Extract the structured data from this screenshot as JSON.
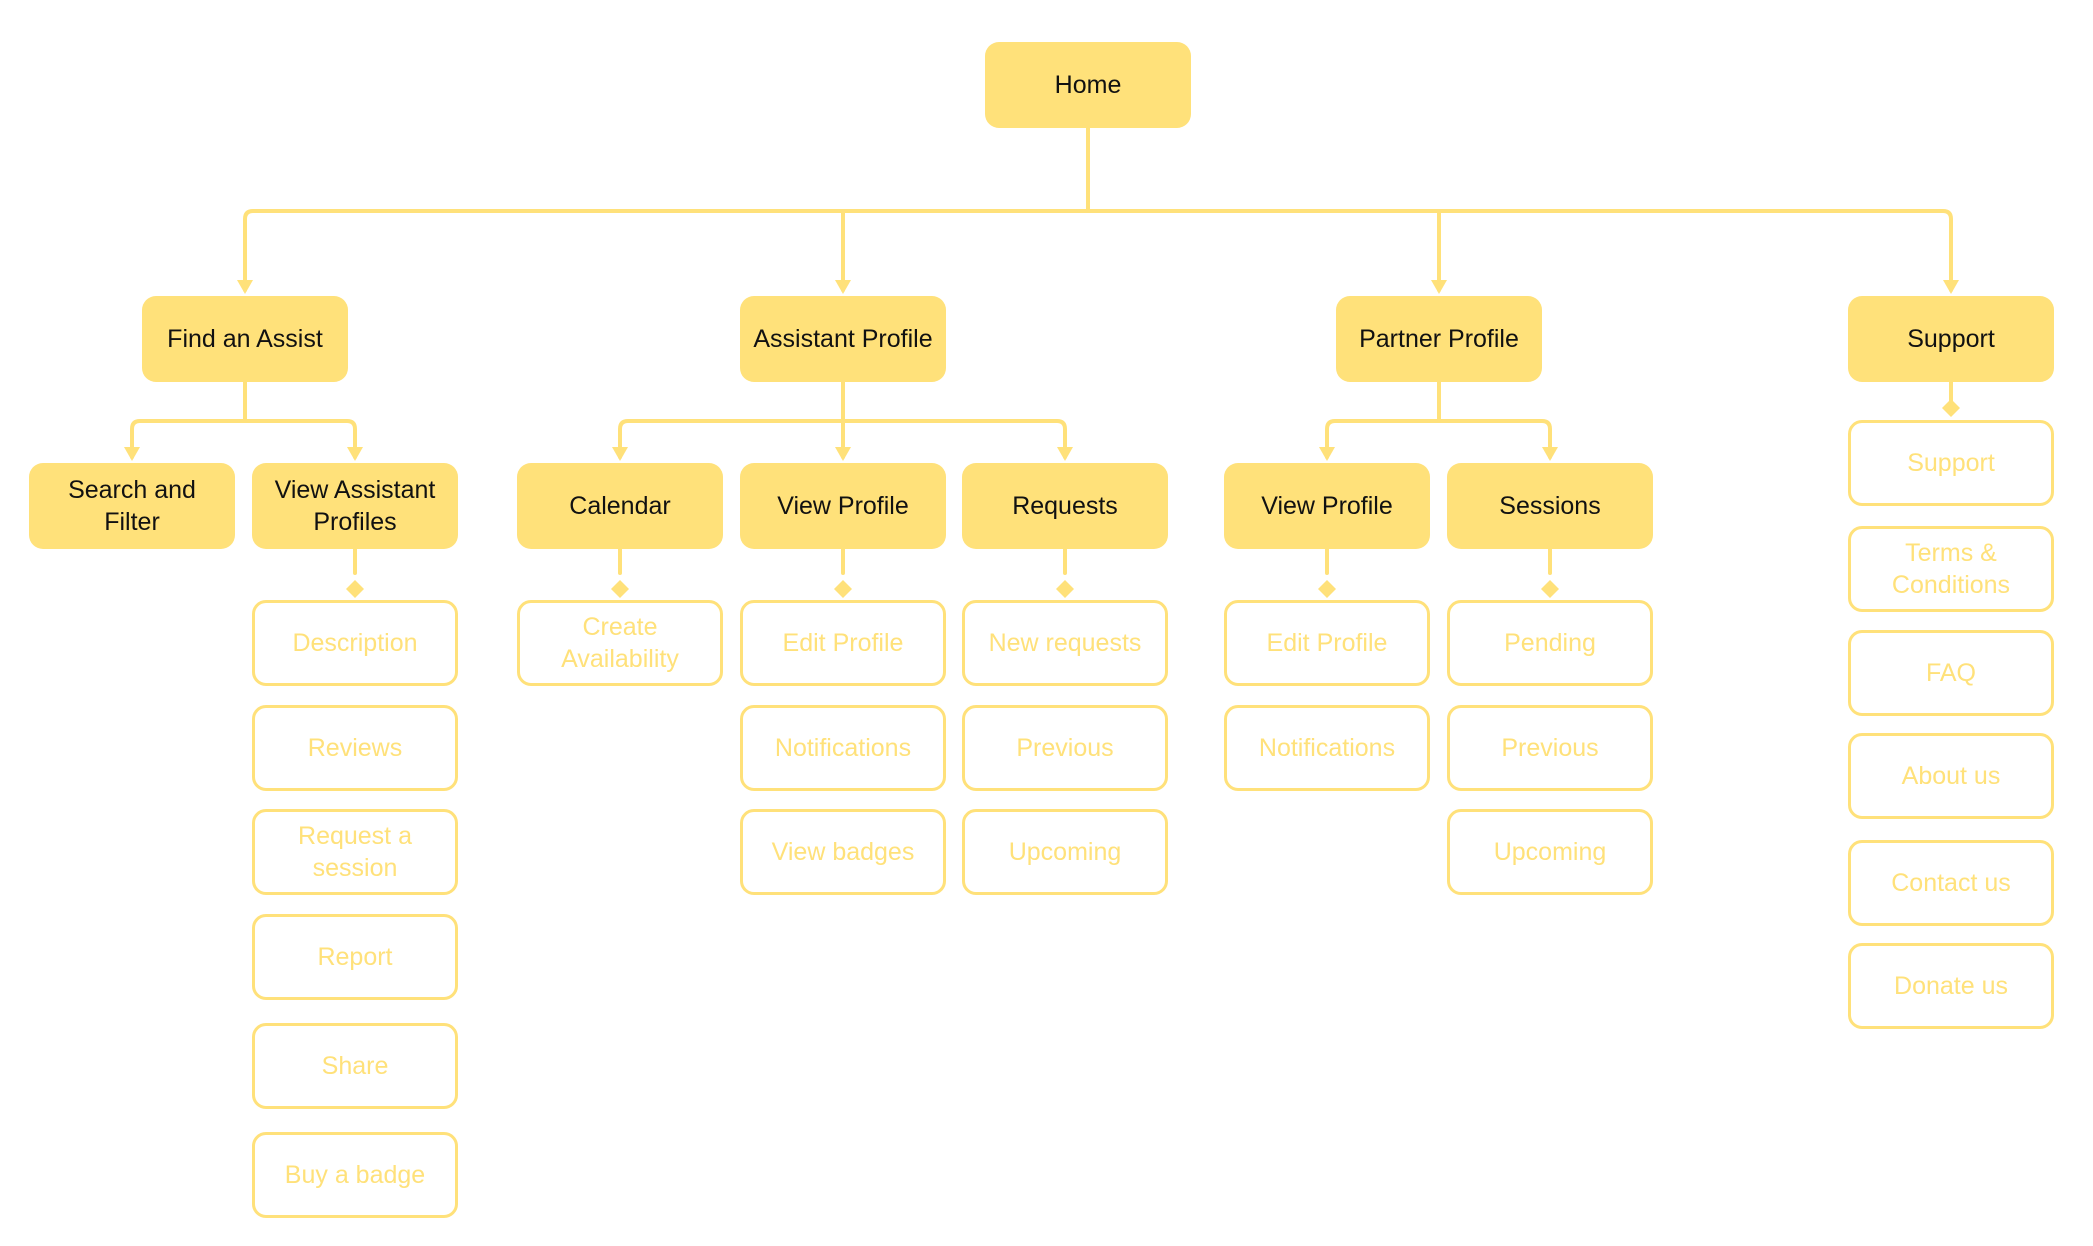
{
  "colors": {
    "node_fill": "#FFE17A",
    "connector": "#FFE17A",
    "label_dark": "#111111",
    "label_light": "#FFE17A"
  },
  "root": {
    "label": "Home"
  },
  "sections": {
    "find_an_assist": {
      "label": "Find an Assist",
      "children": {
        "search_filter": {
          "label": "Search and Filter"
        },
        "view_assistant_profiles": {
          "label": "View Assistant Profiles",
          "items": [
            "Description",
            "Reviews",
            "Request a session",
            "Report",
            "Share",
            "Buy a badge"
          ]
        }
      }
    },
    "assistant_profile": {
      "label": "Assistant Profile",
      "children": {
        "calendar": {
          "label": "Calendar",
          "items": [
            "Create Availability"
          ]
        },
        "view_profile": {
          "label": "View Profile",
          "items": [
            "Edit Profile",
            "Notifications",
            "View badges"
          ]
        },
        "requests": {
          "label": "Requests",
          "items": [
            "New requests",
            "Previous",
            "Upcoming"
          ]
        }
      }
    },
    "partner_profile": {
      "label": "Partner Profile",
      "children": {
        "view_profile": {
          "label": "View Profile",
          "items": [
            "Edit Profile",
            "Notifications"
          ]
        },
        "sessions": {
          "label": "Sessions",
          "items": [
            "Pending",
            "Previous",
            "Upcoming"
          ]
        }
      }
    },
    "support": {
      "label": "Support",
      "items": [
        "Support",
        "Terms & Conditions",
        "FAQ",
        "About us",
        "Contact us",
        "Donate us"
      ]
    }
  }
}
